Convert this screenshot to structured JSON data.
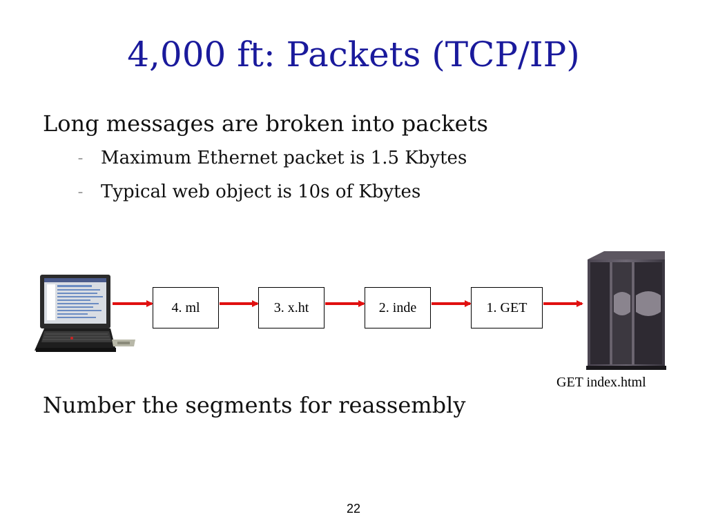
{
  "slide": {
    "title": "4,000 ft: Packets (TCP/IP)",
    "bullets": [
      {
        "text": "Long messages are broken into packets",
        "sub": [
          "Maximum Ethernet packet is 1.5 Kbytes",
          "Typical web object is 10s of Kbytes"
        ]
      },
      {
        "text": "Number the segments for reassembly"
      }
    ],
    "sub_marker": "–",
    "packets": [
      "4. ml",
      "3. x.ht",
      "2. inde",
      "1. GET"
    ],
    "server_caption": "GET index.html",
    "page_number": "22"
  },
  "colors": {
    "title": "#1a1a9c",
    "arrow": "#e01010"
  },
  "icons": {
    "client": "laptop-icon",
    "server": "server-tower-icon"
  }
}
